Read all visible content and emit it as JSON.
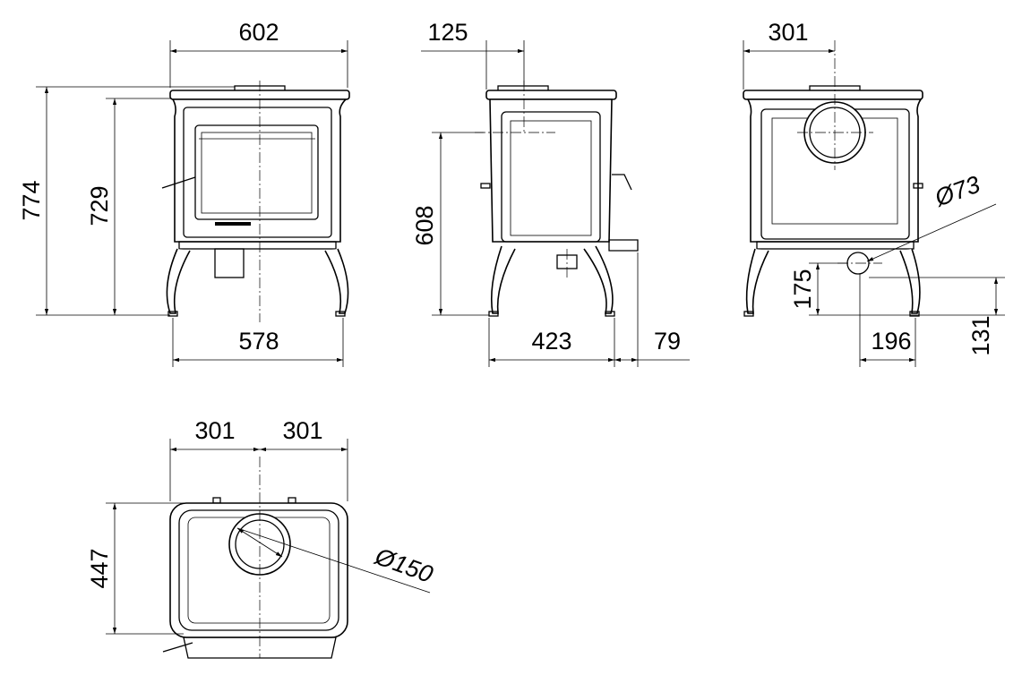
{
  "diagram": {
    "front_view": {
      "width_top": "602",
      "height_total": "774",
      "height_body": "729",
      "width_legs": "578"
    },
    "side_view": {
      "flue_offset": "125",
      "height_outlet": "608",
      "depth_legs": "423",
      "rear_projection": "79"
    },
    "rear_view": {
      "flue_offset": "301",
      "rear_outlet_diameter": "Ø73",
      "outlet_height": "175",
      "outlet_offset": "196",
      "outlet_floor_height": "131"
    },
    "top_view": {
      "half_width_left": "301",
      "half_width_right": "301",
      "depth": "447",
      "flue_diameter": "Ø150"
    }
  }
}
